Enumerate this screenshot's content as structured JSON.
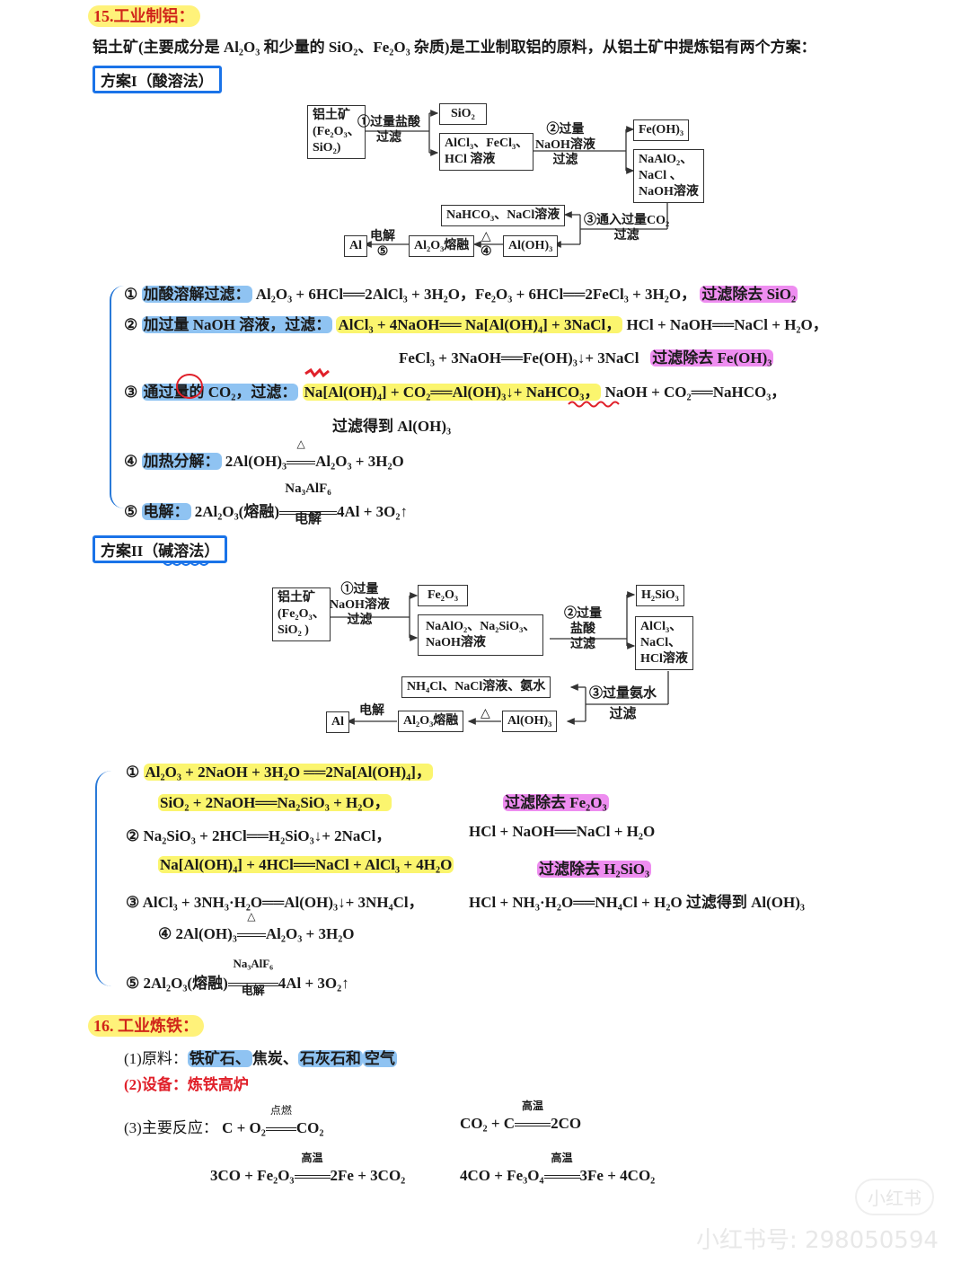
{
  "section15": {
    "title": "15.工业制铝：",
    "intro": "铝土矿(主要成分是 Al₂O₃ 和少量的 SiO₂、Fe₂O₃ 杂质)是工业制取铝的原料，从铝土矿中提炼铝有两个方案：",
    "plan1": {
      "label": "方案I（酸溶法）",
      "flowchart": {
        "start": [
          "铝土矿",
          "(Fe₂O₃、",
          "SiO₂)"
        ],
        "step1_label": [
          "①过量盐酸",
          "过滤"
        ],
        "sio2": "SiO₂",
        "filtrate1": [
          "AlCl₃、FeCl₃、",
          "HCl 溶液"
        ],
        "step2_label": [
          "②过量",
          "NaOH溶液",
          "过滤"
        ],
        "feoh3": "Fe(OH)₃",
        "filtrate2": [
          "NaAlO₂、",
          "NaCl 、",
          "NaOH溶液"
        ],
        "step3_label": [
          "③通入过量CO₂",
          "过滤"
        ],
        "byproduct": "NaHCO₃、NaCl溶液",
        "aloh3": "Al(OH)₃",
        "step4_label": [
          "△",
          "④"
        ],
        "al2o3": "Al₂O₃熔融",
        "step5_label": [
          "电解",
          "⑤"
        ],
        "al": "Al"
      },
      "steps": [
        {
          "num": "①",
          "label": "加酸溶解过滤：",
          "eqs": "Al₂O₃ + 6HCl══2AlCl₃ + 3H₂O，Fe₂O₃ + 6HCl══2FeCl₃ + 3H₂O，",
          "note": "过滤除去 SiO₂"
        },
        {
          "num": "②",
          "label": "加过量 NaOH 溶液，过滤：",
          "eq_hl": "AlCl₃ + 4NaOH══ Na[Al(OH)₄] + 3NaCl，",
          "eqs": "HCl + NaOH══NaCl + H₂O，",
          "eq2": "FeCl₃ + 3NaOH══Fe(OH)₃↓+ 3NaCl",
          "note": "过滤除去 Fe(OH)₃"
        },
        {
          "num": "③",
          "label": "通过量的 CO₂，过滤：",
          "eq_hl": "Na[Al(OH)₄] + CO₂══Al(OH)₃↓+ NaHCO₃，",
          "eqs": "NaOH + CO₂══NaHCO₃，",
          "note": "过滤得到 Al(OH)₃"
        },
        {
          "num": "④",
          "label": "加热分解：",
          "eq_left": "2Al(OH)₃",
          "cond_top": "△",
          "eq_right": "Al₂O₃ + 3H₂O"
        },
        {
          "num": "⑤",
          "label": "电解：",
          "eq_left": "2Al₂O₃(熔融)",
          "cond_top": "Na₃AlF₆",
          "cond_bot": "电解",
          "eq_right": "4Al + 3O₂↑"
        }
      ]
    },
    "plan2": {
      "label": "方案II（碱溶法）",
      "flowchart": {
        "start": [
          "铝土矿",
          "(Fe₂O₃、",
          "SiO₂ )"
        ],
        "step1_label": [
          "①过量",
          "NaOH溶液",
          "过滤"
        ],
        "fe2o3": "Fe₂O₃",
        "filtrate1": [
          "NaAlO₂、Na₂SiO₃、",
          "NaOH溶液"
        ],
        "step2_label": [
          "②过量",
          "盐酸",
          "过滤"
        ],
        "h2sio3": "H₂SiO₃",
        "filtrate2": [
          "AlCl₃、",
          "NaCl、",
          "HCl溶液"
        ],
        "step3_label": [
          "③过量氨水",
          "过滤"
        ],
        "byproduct": "NH₄Cl、NaCl溶液、氨水",
        "aloh3": "Al(OH)₃",
        "step4_label": "△",
        "al2o3": "Al₂O₃熔融",
        "step5_label": "电解",
        "al": "Al"
      },
      "steps": [
        {
          "num": "①",
          "eq1": "Al₂O₃ + 2NaOH + 3H₂O ══2Na[Al(OH)₄]，",
          "eq2": "SiO₂ + 2NaOH══Na₂SiO₃ + H₂O，",
          "note": "过滤除去 Fe₂O₃"
        },
        {
          "num": "②",
          "eq1": "Na₂SiO₃ + 2HCl══H₂SiO₃↓+ 2NaCl，",
          "eq1b": "HCl + NaOH══NaCl + H₂O",
          "eq2": "Na[Al(OH)₄] + 4HCl══NaCl + AlCl₃ + 4H₂O",
          "note": "过滤除去 H₂SiO₃"
        },
        {
          "num": "③",
          "eq1": "AlCl₃ + 3NH₃·H₂O══Al(OH)₃↓+ 3NH₄Cl，",
          "eq1b": "HCl + NH₃·H₂O══NH₄Cl + H₂O 过滤得到 Al(OH)₃"
        },
        {
          "num": "④",
          "eq_left": "2Al(OH)₃",
          "cond_top": "△",
          "eq_right": "Al₂O₃ + 3H₂O"
        },
        {
          "num": "⑤",
          "eq_left": "2Al₂O₃(熔融)",
          "cond_top": "Na₃AlF₆",
          "cond_bot": "电解",
          "eq_right": "4Al + 3O₂↑"
        }
      ]
    }
  },
  "section16": {
    "title": "16. 工业炼铁：",
    "item1_label": "(1)原料：",
    "item1_parts": [
      "铁矿石、",
      "焦炭、",
      "石灰石和",
      "空气"
    ],
    "item2": "(2)设备：炼铁高炉",
    "item3_label": "(3)主要反应：",
    "reactions": [
      {
        "left": "C + O₂",
        "cond": "点燃",
        "right": "CO₂"
      },
      {
        "left": "CO₂ + C",
        "cond": "高温",
        "right": "2CO"
      },
      {
        "left": "3CO + Fe₂O₃",
        "cond": "高温",
        "right": "2Fe + 3CO₂"
      },
      {
        "left": "4CO + Fe₃O₄",
        "cond": "高温",
        "right": "3Fe + 4CO₂"
      }
    ]
  },
  "watermark": {
    "badge": "小红书",
    "text": "小红书号: 298050594"
  },
  "colors": {
    "highlight_yellow": "#fbf56e",
    "highlight_blue": "#8fc3f2",
    "highlight_pink": "#ee8df0",
    "title_red": "#d0261a",
    "annotation_red": "#e0202a",
    "pen_blue": "#1a73e8"
  }
}
